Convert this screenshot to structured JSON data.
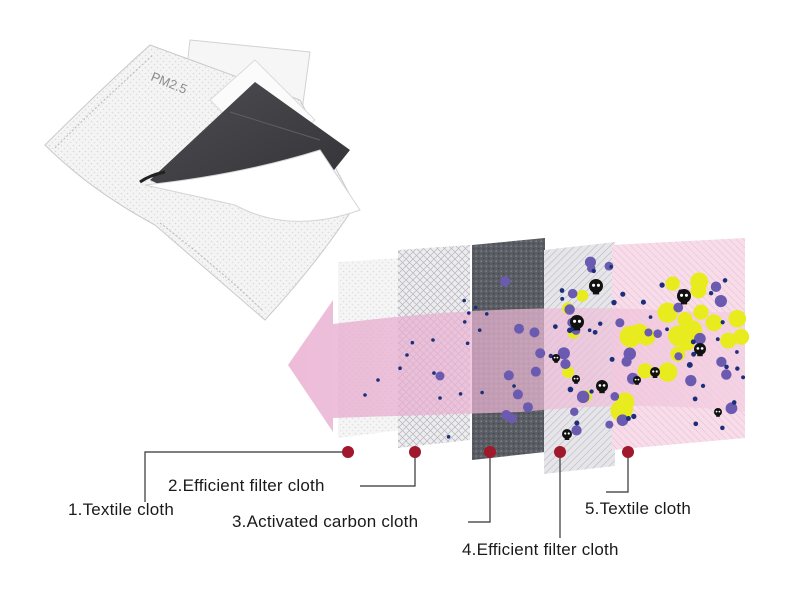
{
  "product": {
    "printed_mark": "PM2.5"
  },
  "layers": [
    {
      "number": "1",
      "label": "1.Textile cloth"
    },
    {
      "number": "2",
      "label": "2.Efficient filter cloth"
    },
    {
      "number": "3",
      "label": "3.Activated carbon cloth"
    },
    {
      "number": "4",
      "label": "4.Efficient filter cloth"
    },
    {
      "number": "5",
      "label": "5.Textile  cloth"
    }
  ],
  "colors": {
    "airflow_arrow": "#e9a6cf",
    "layer_marker": "#a0182c",
    "carbon_layer": "#55585e",
    "filter_layer": "#d9d9dd",
    "pollutant_purple": "#6b5bb0",
    "pollutant_navy": "#1c2f7a",
    "pollutant_yellow": "#e8ec1e",
    "pollutant_icon": "skull-icon"
  }
}
